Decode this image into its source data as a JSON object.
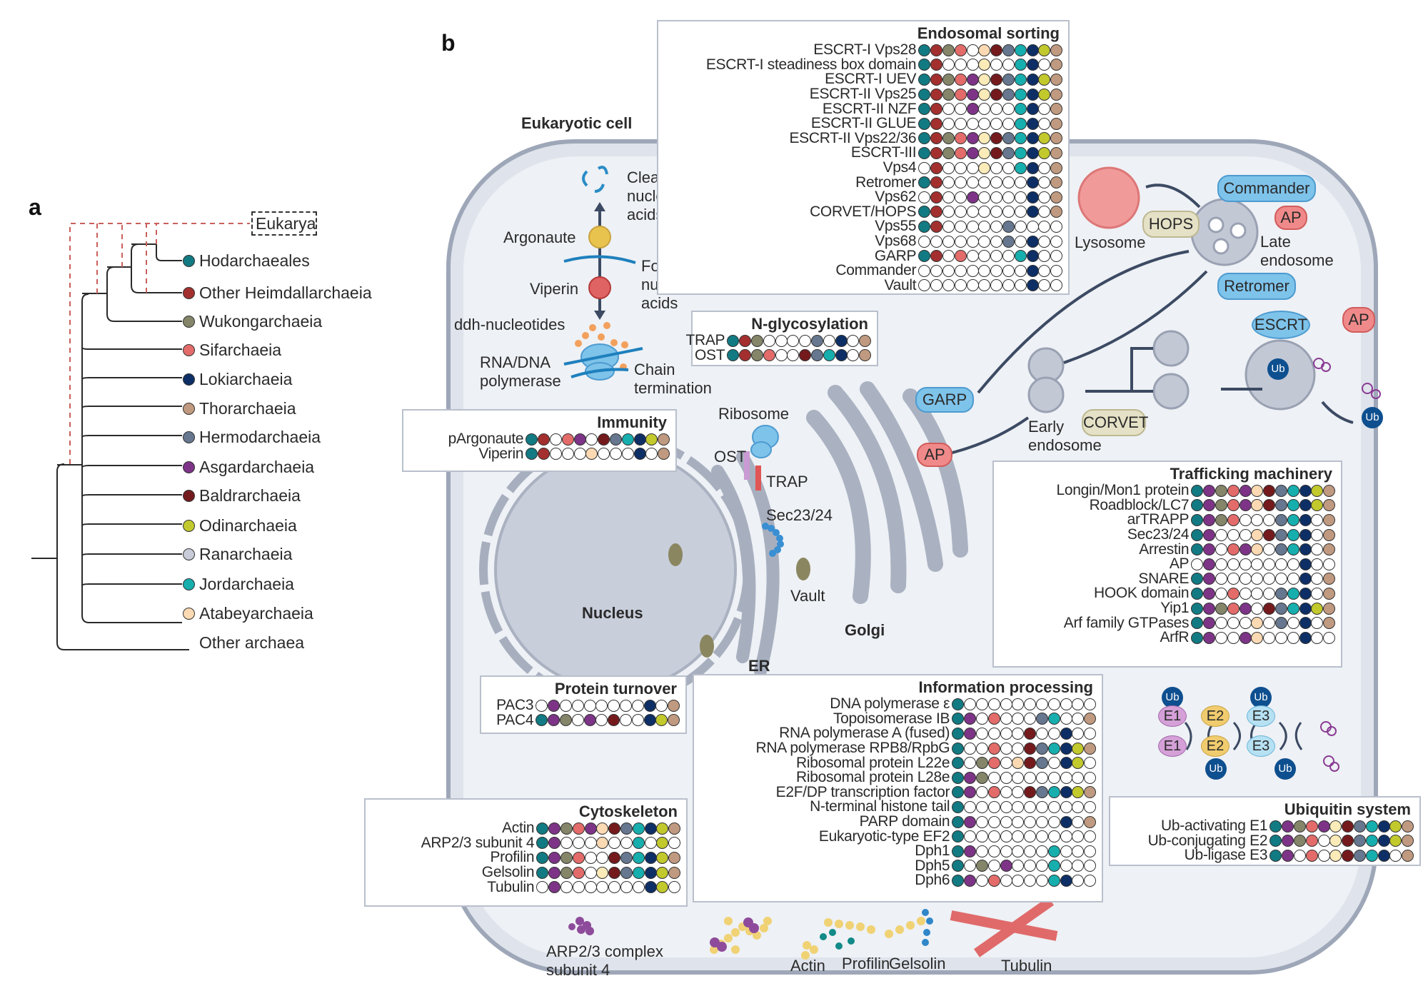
{
  "panels": {
    "a": "a",
    "b": "b"
  },
  "colors": {
    "Hodarchaeales": "#127a82",
    "Other Heimdallarchaeia": "#a3302f",
    "Wukongarchaeia": "#85856a",
    "Sifarchaeia": "#e36c6a",
    "Lokiarchaeia": "#0d2f66",
    "Thorarchaeia": "#c09a80",
    "Hermodarchaeia": "#66778f",
    "Asgardarchaeia": "#7d3487",
    "Baldrarchaeia": "#741a1d",
    "Odinarchaeia": "#c2c92c",
    "Ranarchaeia": "#c8ccd8",
    "Jordarchaeia": "#17aeae",
    "Atabeyarchaeia": "#fbd9b3",
    "Atabey_light": "#fbebb9",
    "absent": "#ffffff"
  },
  "tree": {
    "outgroup_label": "Eukarya",
    "taxa": [
      {
        "name": "Hodarchaeales",
        "color": "#127a82"
      },
      {
        "name": "Other Heimdallarchaeia",
        "color": "#a3302f"
      },
      {
        "name": "Wukongarchaeia",
        "color": "#85856a"
      },
      {
        "name": "Sifarchaeia",
        "color": "#e36c6a"
      },
      {
        "name": "Lokiarchaeia",
        "color": "#0d2f66"
      },
      {
        "name": "Thorarchaeia",
        "color": "#c09a80"
      },
      {
        "name": "Hermodarchaeia",
        "color": "#66778f"
      },
      {
        "name": "Asgardarchaeia",
        "color": "#7d3487"
      },
      {
        "name": "Baldrarchaeia",
        "color": "#741a1d"
      },
      {
        "name": "Odinarchaeia",
        "color": "#c2c92c"
      },
      {
        "name": "Ranarchaeia",
        "color": "#c8ccd8"
      },
      {
        "name": "Jordarchaeia",
        "color": "#17aeae"
      },
      {
        "name": "Atabeyarchaeia",
        "color": "#fbd9b3"
      },
      {
        "name": "Other archaea",
        "color": null
      }
    ]
  },
  "column_order_note": "Each dot row has 12 columns in this color order",
  "columns": [
    "#127a82",
    "#a3302f",
    "#85856a",
    "#e36c6a",
    "#7d3487",
    "#fbd9b3",
    "#741a1d",
    "#66778f",
    "#17aeae",
    "#0d2f66",
    "#c2c92c",
    "#c09a80"
  ],
  "cell": {
    "title": "Eukaryotic cell",
    "labels": {
      "cleaved": "Cleaved nucleic acids",
      "argonaute": "Argonaute",
      "foreign": "Foreign nucleic acids",
      "viperin": "Viperin",
      "ddh": "ddh-nucleotides",
      "polymerase": "RNA/DNA polymerase",
      "chain": "Chain termination",
      "ribosome": "Ribosome",
      "ost": "OST",
      "trap": "TRAP",
      "sec": "Sec23/24",
      "vault": "Vault",
      "nucleus": "Nucleus",
      "er": "ER",
      "golgi": "Golgi",
      "garp": "GARP",
      "ap1": "AP",
      "ap2": "AP",
      "ap3": "AP",
      "early_endosome": "Early endosome",
      "corvet": "CORVET",
      "lysosome": "Lysosome",
      "hops": "HOPS",
      "commander": "Commander",
      "late_endosome": "Late endosome",
      "retromer": "Retromer",
      "escrt": "ESCRT",
      "ub": "Ub",
      "e1": "E1",
      "e2": "E2",
      "e3": "E3",
      "arp23": "ARP2/3 complex subunit 4",
      "actin": "Actin",
      "profilin": "Profilin",
      "gelsolin": "Gelsolin",
      "tubulin": "Tubulin"
    }
  },
  "boxes": {
    "endosomal": {
      "title": "Endosomal sorting",
      "rows": [
        {
          "label": "ESCRT-I Vps28",
          "p": [
            1,
            1,
            1,
            1,
            0,
            1,
            1,
            1,
            1,
            1,
            1,
            1
          ]
        },
        {
          "label": "ESCRT-I steadiness box domain",
          "p": [
            1,
            1,
            0,
            0,
            0,
            2,
            0,
            0,
            1,
            1,
            0,
            1
          ]
        },
        {
          "label": "ESCRT-I UEV",
          "p": [
            1,
            1,
            1,
            1,
            1,
            2,
            1,
            1,
            1,
            1,
            1,
            1
          ]
        },
        {
          "label": "ESCRT-II Vps25",
          "p": [
            1,
            1,
            1,
            1,
            1,
            2,
            1,
            1,
            1,
            1,
            1,
            1
          ]
        },
        {
          "label": "ESCRT-II NZF",
          "p": [
            1,
            1,
            0,
            0,
            1,
            0,
            0,
            0,
            1,
            1,
            0,
            1
          ]
        },
        {
          "label": "ESCRT-II GLUE",
          "p": [
            1,
            1,
            0,
            0,
            0,
            0,
            0,
            0,
            1,
            1,
            0,
            1
          ]
        },
        {
          "label": "ESCRT-II Vps22/36",
          "p": [
            1,
            1,
            1,
            1,
            1,
            2,
            1,
            1,
            1,
            1,
            1,
            1
          ]
        },
        {
          "label": "ESCRT-III",
          "p": [
            1,
            1,
            1,
            1,
            1,
            2,
            1,
            1,
            1,
            1,
            1,
            1
          ]
        },
        {
          "label": "Vps4",
          "p": [
            0,
            1,
            0,
            0,
            0,
            2,
            0,
            0,
            1,
            1,
            0,
            1
          ]
        },
        {
          "label": "Retromer",
          "p": [
            1,
            1,
            0,
            0,
            0,
            0,
            0,
            0,
            0,
            1,
            0,
            1
          ]
        },
        {
          "label": "Vps62",
          "p": [
            0,
            1,
            0,
            0,
            1,
            0,
            0,
            0,
            0,
            1,
            0,
            1
          ]
        },
        {
          "label": "CORVET/HOPS",
          "p": [
            1,
            1,
            0,
            0,
            0,
            0,
            0,
            0,
            0,
            1,
            0,
            1
          ]
        },
        {
          "label": "Vps55",
          "p": [
            1,
            1,
            0,
            0,
            0,
            0,
            0,
            1,
            0,
            0,
            0,
            0
          ]
        },
        {
          "label": "Vps68",
          "p": [
            0,
            0,
            0,
            0,
            0,
            0,
            0,
            1,
            0,
            1,
            0,
            0
          ]
        },
        {
          "label": "GARP",
          "p": [
            1,
            1,
            0,
            1,
            0,
            0,
            0,
            0,
            1,
            1,
            0,
            0
          ]
        },
        {
          "label": "Commander",
          "p": [
            0,
            0,
            0,
            0,
            0,
            0,
            0,
            0,
            0,
            1,
            0,
            0
          ]
        },
        {
          "label": "Vault",
          "p": [
            0,
            0,
            0,
            0,
            0,
            0,
            0,
            0,
            0,
            1,
            0,
            0
          ]
        }
      ]
    },
    "nglyco": {
      "title": "N-glycosylation",
      "rows": [
        {
          "label": "TRAP",
          "p": [
            1,
            1,
            1,
            0,
            0,
            0,
            0,
            1,
            0,
            1,
            0,
            1
          ]
        },
        {
          "label": "OST",
          "p": [
            1,
            1,
            1,
            1,
            0,
            0,
            1,
            1,
            1,
            1,
            0,
            1
          ]
        }
      ]
    },
    "immunity": {
      "title": "Immunity",
      "rows": [
        {
          "label": "pArgonaute",
          "p": [
            1,
            1,
            0,
            1,
            1,
            0,
            1,
            1,
            1,
            1,
            1,
            1
          ]
        },
        {
          "label": "Viperin",
          "p": [
            1,
            1,
            0,
            0,
            0,
            1,
            0,
            0,
            0,
            1,
            0,
            1
          ]
        }
      ]
    },
    "trafficking": {
      "title": "Trafficking machinery",
      "rows": [
        {
          "label": "Longin/Mon1 protein",
          "p": [
            1,
            1,
            1,
            1,
            1,
            1,
            1,
            1,
            1,
            1,
            1,
            1
          ],
          "order": "alt"
        },
        {
          "label": "Roadblock/LC7",
          "p": [
            1,
            1,
            1,
            1,
            1,
            1,
            1,
            1,
            1,
            1,
            1,
            1
          ],
          "order": "alt"
        },
        {
          "label": "arTRAPP",
          "p": [
            1,
            1,
            1,
            1,
            0,
            0,
            0,
            1,
            1,
            1,
            0,
            1
          ],
          "order": "alt"
        },
        {
          "label": "Sec23/24",
          "p": [
            1,
            1,
            0,
            0,
            0,
            1,
            1,
            1,
            1,
            1,
            0,
            1
          ],
          "order": "alt"
        },
        {
          "label": "Arrestin",
          "p": [
            1,
            1,
            0,
            1,
            1,
            1,
            0,
            1,
            1,
            1,
            0,
            1
          ],
          "order": "alt"
        },
        {
          "label": "AP",
          "p": [
            0,
            1,
            0,
            0,
            0,
            0,
            0,
            0,
            0,
            1,
            0,
            0
          ],
          "order": "alt"
        },
        {
          "label": "SNARE",
          "p": [
            1,
            1,
            0,
            0,
            0,
            0,
            0,
            0,
            0,
            1,
            0,
            1
          ],
          "order": "alt"
        },
        {
          "label": "HOOK domain",
          "p": [
            1,
            1,
            0,
            1,
            0,
            0,
            0,
            1,
            1,
            1,
            0,
            1
          ],
          "order": "alt"
        },
        {
          "label": "Yip1",
          "p": [
            1,
            1,
            1,
            1,
            1,
            0,
            1,
            1,
            1,
            1,
            1,
            1
          ],
          "order": "alt"
        },
        {
          "label": "Arf family GTPases",
          "p": [
            1,
            1,
            0,
            0,
            0,
            1,
            0,
            1,
            0,
            1,
            0,
            1
          ],
          "order": "alt"
        },
        {
          "label": "ArfR",
          "p": [
            1,
            1,
            0,
            0,
            1,
            1,
            0,
            0,
            0,
            1,
            0,
            0
          ],
          "order": "alt"
        }
      ]
    },
    "turnover": {
      "title": "Protein turnover",
      "rows": [
        {
          "label": "PAC3",
          "p": [
            0,
            1,
            0,
            0,
            0,
            0,
            0,
            0,
            0,
            1,
            0,
            1
          ],
          "order": "alt"
        },
        {
          "label": "PAC4",
          "p": [
            1,
            1,
            1,
            0,
            1,
            0,
            1,
            0,
            0,
            1,
            1,
            1
          ],
          "order": "alt"
        }
      ]
    },
    "info": {
      "title": "Information processing",
      "rows": [
        {
          "label": "DNA polymerase ε",
          "p": [
            1,
            0,
            0,
            0,
            0,
            0,
            0,
            0,
            0,
            0,
            0,
            0
          ],
          "order": "alt"
        },
        {
          "label": "Topoisomerase IB",
          "p": [
            1,
            1,
            0,
            1,
            0,
            0,
            0,
            1,
            1,
            0,
            0,
            1
          ],
          "order": "alt"
        },
        {
          "label": "RNA polymerase A (fused)",
          "p": [
            1,
            1,
            0,
            0,
            0,
            0,
            1,
            0,
            0,
            1,
            0,
            0
          ],
          "order": "alt"
        },
        {
          "label": "RNA polymerase RPB8/RpbG",
          "p": [
            1,
            0,
            0,
            1,
            0,
            0,
            1,
            1,
            1,
            1,
            1,
            1
          ],
          "order": "alt"
        },
        {
          "label": "Ribosomal protein L22e",
          "p": [
            1,
            0,
            1,
            1,
            0,
            1,
            1,
            1,
            0,
            1,
            1,
            0
          ],
          "order": "alt"
        },
        {
          "label": "Ribosomal protein L28e",
          "p": [
            1,
            1,
            1,
            0,
            0,
            0,
            0,
            0,
            0,
            0,
            0,
            0
          ],
          "order": "alt"
        },
        {
          "label": "E2F/DP transcription factor",
          "p": [
            1,
            1,
            0,
            1,
            0,
            0,
            1,
            1,
            1,
            1,
            1,
            1
          ],
          "order": "alt"
        },
        {
          "label": "N-terminal histone tail",
          "p": [
            1,
            0,
            0,
            0,
            0,
            0,
            0,
            0,
            0,
            0,
            0,
            0
          ],
          "order": "alt"
        },
        {
          "label": "PARP domain",
          "p": [
            1,
            1,
            0,
            0,
            0,
            0,
            0,
            0,
            0,
            1,
            0,
            1
          ],
          "order": "alt"
        },
        {
          "label": "Eukaryotic-type EF2",
          "p": [
            1,
            0,
            0,
            0,
            0,
            0,
            0,
            0,
            0,
            0,
            0,
            0
          ],
          "order": "alt"
        },
        {
          "label": "Dph1",
          "p": [
            1,
            1,
            0,
            0,
            0,
            0,
            0,
            0,
            1,
            0,
            0,
            0
          ],
          "order": "alt"
        },
        {
          "label": "Dph5",
          "p": [
            1,
            0,
            1,
            0,
            1,
            0,
            0,
            0,
            1,
            0,
            0,
            0
          ],
          "order": "alt"
        },
        {
          "label": "Dph6",
          "p": [
            1,
            1,
            0,
            1,
            0,
            0,
            0,
            0,
            1,
            1,
            0,
            0
          ],
          "order": "alt"
        }
      ]
    },
    "cytoskeleton": {
      "title": "Cytoskeleton",
      "rows": [
        {
          "label": "Actin",
          "p": [
            1,
            1,
            1,
            1,
            1,
            1,
            1,
            1,
            1,
            1,
            1,
            1
          ],
          "order": "alt"
        },
        {
          "label": "ARP2/3 subunit 4",
          "p": [
            1,
            1,
            0,
            0,
            0,
            1,
            0,
            0,
            1,
            0,
            1,
            0
          ],
          "order": "alt"
        },
        {
          "label": "Profilin",
          "p": [
            1,
            1,
            1,
            1,
            0,
            0,
            1,
            1,
            1,
            1,
            1,
            1
          ],
          "order": "alt"
        },
        {
          "label": "Gelsolin",
          "p": [
            1,
            1,
            1,
            1,
            0,
            2,
            1,
            1,
            1,
            1,
            1,
            1
          ],
          "order": "alt"
        },
        {
          "label": "Tubulin",
          "p": [
            0,
            1,
            0,
            0,
            0,
            0,
            0,
            0,
            0,
            1,
            1,
            0
          ],
          "order": "alt"
        }
      ]
    },
    "ubiquitin": {
      "title": "Ubiquitin system",
      "rows": [
        {
          "label": "Ub-activating E1",
          "p": [
            1,
            1,
            1,
            1,
            1,
            2,
            1,
            1,
            1,
            1,
            1,
            1
          ],
          "order": "alt"
        },
        {
          "label": "Ub-conjugating E2",
          "p": [
            1,
            1,
            1,
            1,
            0,
            2,
            1,
            1,
            1,
            1,
            1,
            1
          ],
          "order": "alt"
        },
        {
          "label": "Ub-ligase E3",
          "p": [
            1,
            1,
            0,
            1,
            0,
            2,
            1,
            1,
            1,
            1,
            0,
            1
          ],
          "order": "alt"
        }
      ]
    }
  },
  "alt_columns": [
    "#127a82",
    "#7d3487",
    "#85856a",
    "#e36c6a",
    "#7d3487",
    "#fbd9b3",
    "#741a1d",
    "#66778f",
    "#17aeae",
    "#0d2f66",
    "#c2c92c",
    "#c09a80"
  ]
}
